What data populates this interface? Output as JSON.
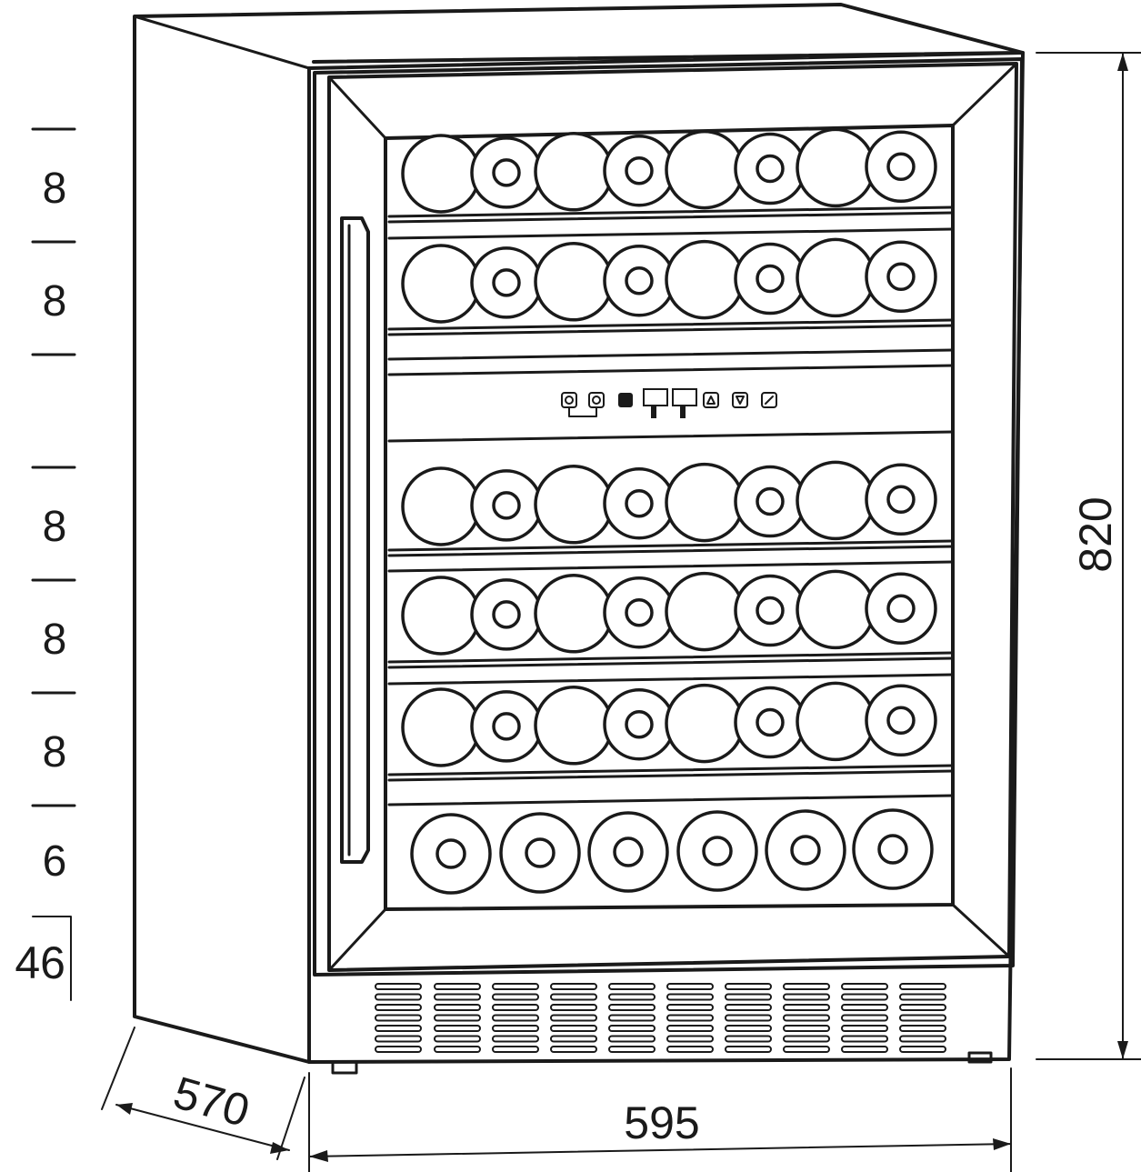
{
  "dimensions": {
    "height": "820",
    "width": "595",
    "depth": "570",
    "plinth": "46"
  },
  "shelf_capacities": [
    "8",
    "8",
    "8",
    "8",
    "8",
    "6"
  ],
  "colors": {
    "line": "#1a1a1a",
    "background": "#ffffff"
  }
}
